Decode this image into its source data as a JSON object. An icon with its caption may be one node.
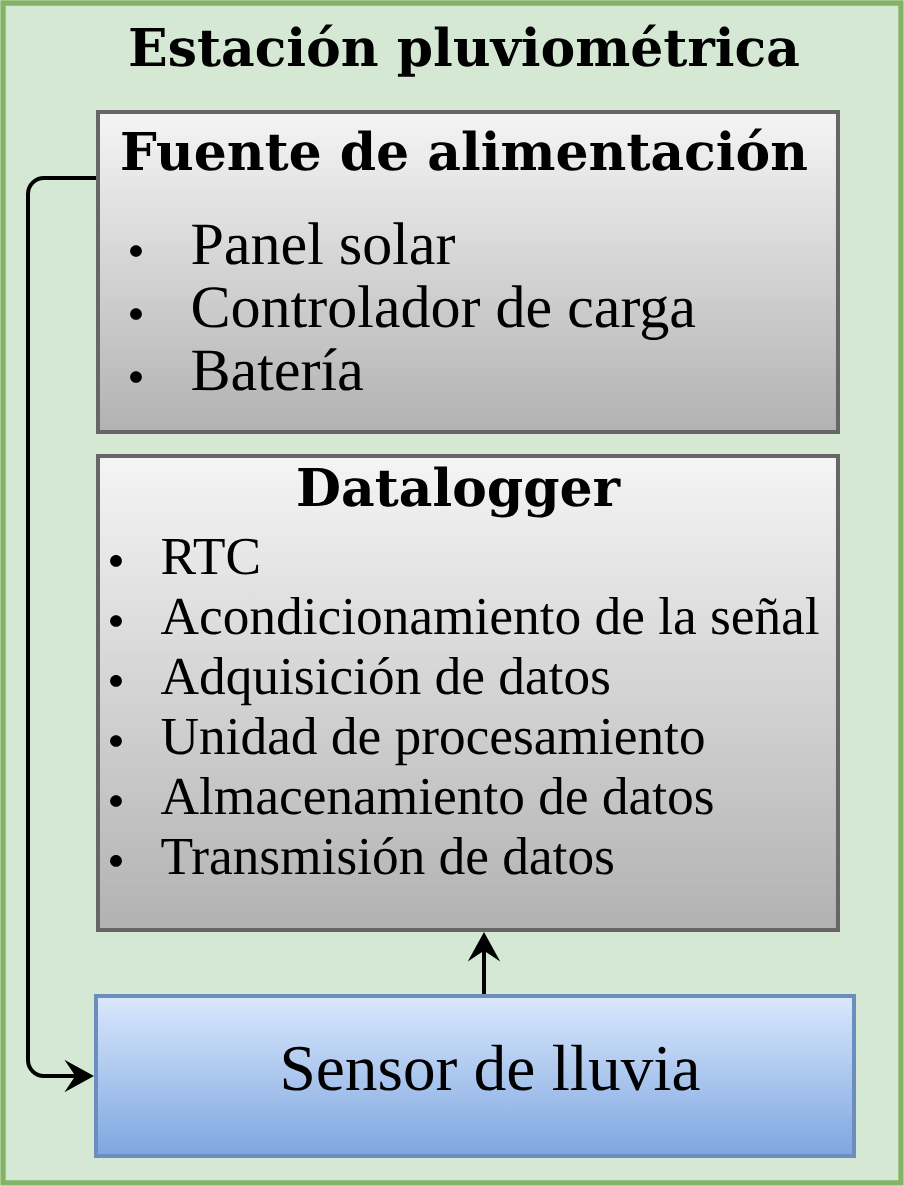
{
  "diagram": {
    "nodes": [
      {
        "text": [
          "Estación pluviométrica"
        ]
      },
      {
        "text": [
          "Fuente de alimentación",
          "Panel solar",
          "Controlador de carga",
          "Batería"
        ],
        "in": 0
      },
      {
        "text": [
          "Datalogger",
          "RTC",
          "Acondicionamiento de la señal",
          "Adquisición de datos",
          "Unidad de procesamiento",
          "Almacenamiento de datos",
          "Transmisión de datos"
        ],
        "in": 0
      },
      {
        "text": [
          "Sensor de lluvia"
        ],
        "in": 0
      }
    ],
    "edges": [
      {
        "from": 1,
        "to": 3,
        "arrow": "to"
      },
      {
        "from": 3,
        "to": 2,
        "arrow": "to"
      }
    ]
  }
}
